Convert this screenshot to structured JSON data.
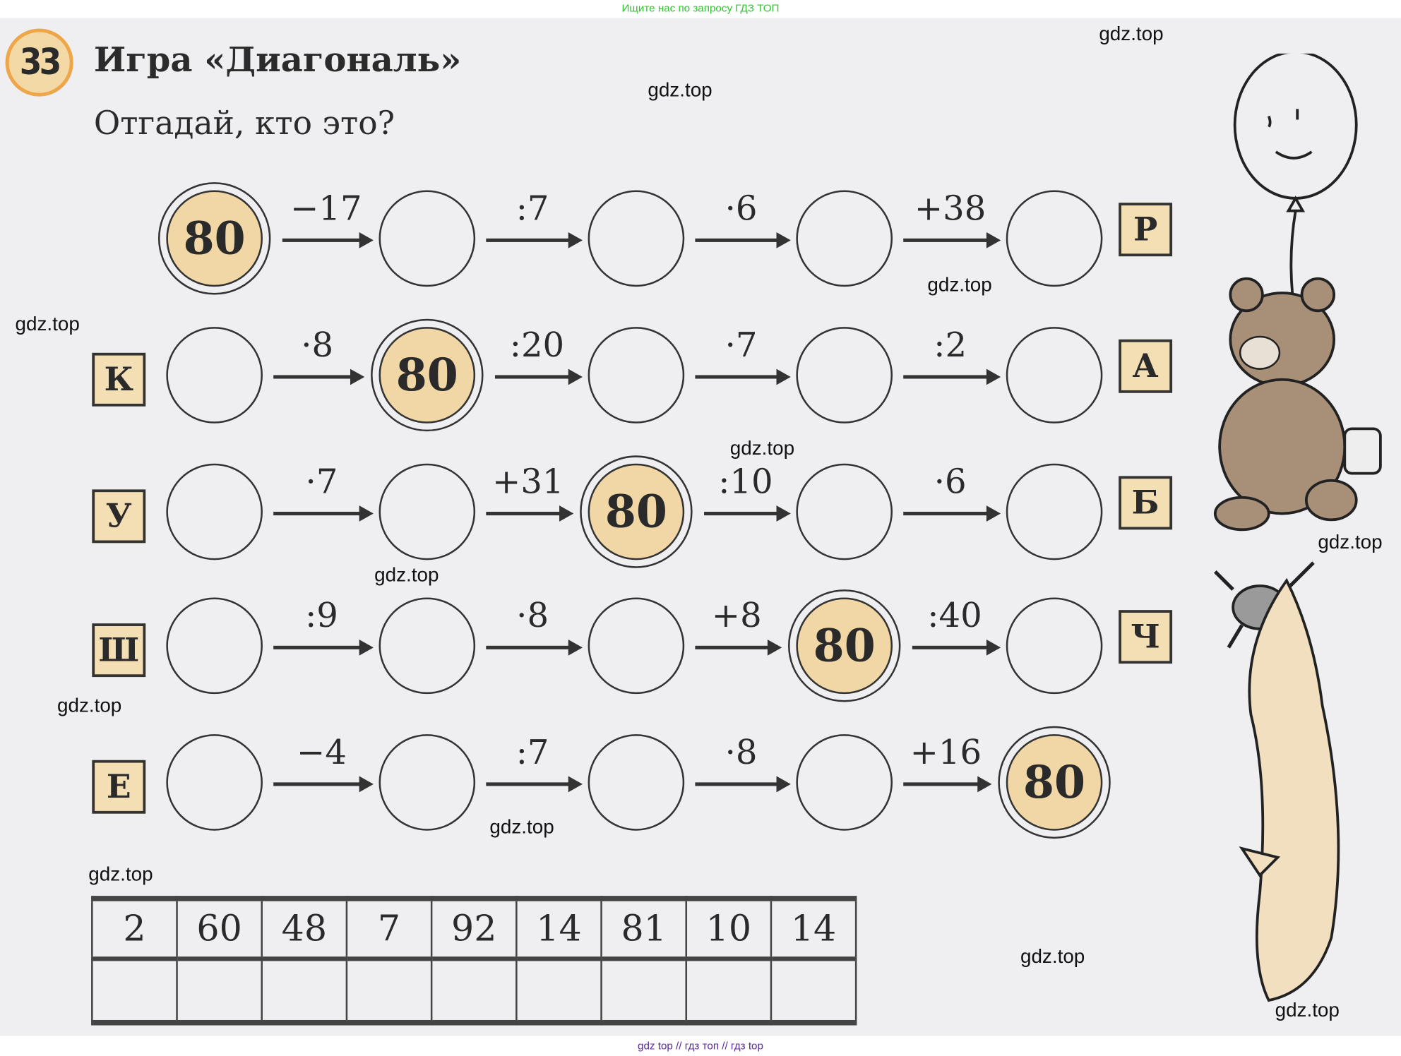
{
  "banner_top": "Ищите нас по запросу ГДЗ ТОП",
  "banner_bottom": "gdz top  //  гдз топ  //  гдз top",
  "exercise_number": "33",
  "title": "Игра «Диагональ»",
  "subtitle": "Отгадай, кто это?",
  "watermark": "gdz.top",
  "rows": [
    {
      "left_letter": null,
      "start_index": 0,
      "cells": [
        "80",
        "",
        "",
        "",
        ""
      ],
      "ops": [
        "−17",
        ":7",
        "·6",
        "+38"
      ],
      "right_letter": "Р"
    },
    {
      "left_letter": "К",
      "cells": [
        "",
        "80",
        "",
        "",
        ""
      ],
      "ops": [
        "·8",
        ":20",
        "·7",
        ":2"
      ],
      "right_letter": "А"
    },
    {
      "left_letter": "У",
      "cells": [
        "",
        "",
        "80",
        "",
        ""
      ],
      "ops": [
        "·7",
        "+31",
        ":10",
        "·6"
      ],
      "right_letter": "Б"
    },
    {
      "left_letter": "Ш",
      "cells": [
        "",
        "",
        "",
        "80",
        ""
      ],
      "ops": [
        ":9",
        "·8",
        "+8",
        ":40"
      ],
      "right_letter": "Ч"
    },
    {
      "left_letter": "Е",
      "cells": [
        "",
        "",
        "",
        "",
        "80"
      ],
      "ops": [
        "−4",
        ":7",
        "·8",
        "+16"
      ],
      "right_letter": null
    }
  ],
  "answer_table": {
    "numbers": [
      "2",
      "60",
      "48",
      "7",
      "92",
      "14",
      "81",
      "10",
      "14"
    ],
    "letters": [
      "",
      "",
      "",
      "",
      "",
      "",
      "",
      "",
      ""
    ]
  }
}
